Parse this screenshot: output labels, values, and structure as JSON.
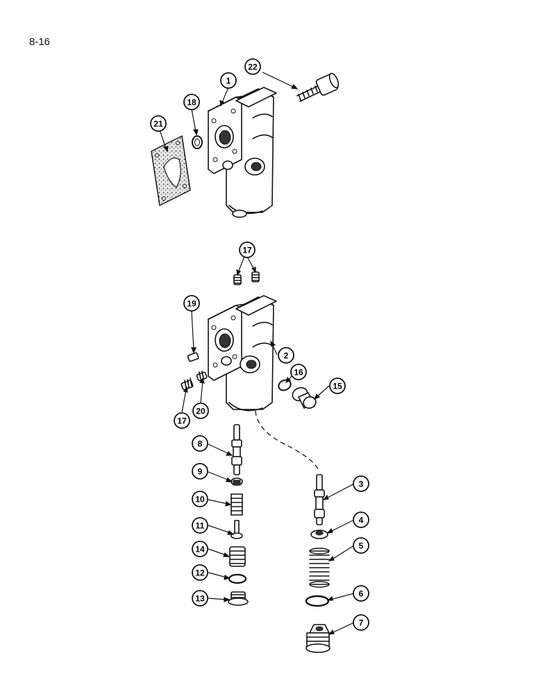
{
  "page_number": "8-16",
  "callouts": [
    "1",
    "2",
    "3",
    "4",
    "5",
    "6",
    "7",
    "8",
    "9",
    "10",
    "11",
    "12",
    "13",
    "14",
    "15",
    "16",
    "17",
    "17",
    "18",
    "19",
    "20",
    "21",
    "22"
  ]
}
